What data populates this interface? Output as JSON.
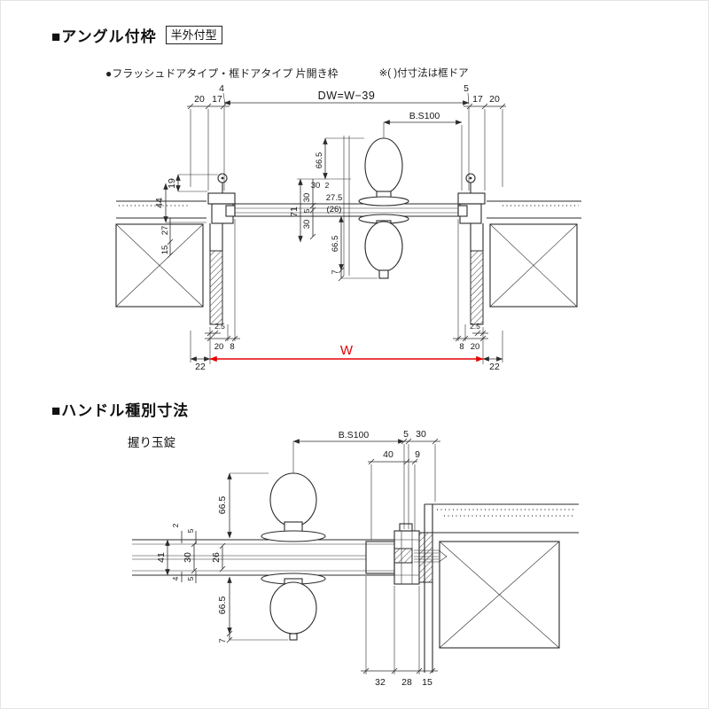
{
  "colors": {
    "line": "#2b2b2b",
    "accent_red": "#e60000"
  },
  "frame_section": {
    "title": "■アングル付枠",
    "type_badge": "半外付型",
    "subtitle": "●フラッシュドアタイプ・框ドアタイプ 片開き枠",
    "note": "※( )付寸法は框ドア"
  },
  "frame_diagram": {
    "dw_label": "DW=W−39",
    "backset_label": "B.S100",
    "w_label": "W",
    "dims": {
      "tl_4": "4",
      "tl_20": "20",
      "tl_17": "17",
      "tr_5": "5",
      "tr_17": "17",
      "tr_20": "20",
      "l_19": "19",
      "l_44": "44",
      "l_27": "27",
      "l_15": "15",
      "c_665_top": "66.5",
      "c_30t": "30",
      "c_2": "2",
      "c_275": "27.5",
      "c_26": "(26)",
      "c_71": "71",
      "c_30a": "30",
      "c_5": "5",
      "c_30b": "30",
      "c_665_bot": "66.5",
      "c_7": "7",
      "bl_25": "2.5",
      "bl_20": "20",
      "bl_8": "8",
      "bl_22": "22",
      "br_25": "2.5",
      "br_8": "8",
      "br_20": "20",
      "br_22": "22"
    }
  },
  "handle_section": {
    "title": "■ハンドル種別寸法",
    "handle_label": "握り玉錠"
  },
  "handle_diagram": {
    "backset_label": "B.S100",
    "dims": {
      "t_5": "5",
      "t_30": "30",
      "t_40": "40",
      "t_9": "9",
      "l_665_top": "66.5",
      "l_2": "2",
      "l_5a": "5",
      "l_41": "41",
      "l_30": "30",
      "l_26": "26",
      "l_4": "4",
      "l_5b": "5",
      "l_665_bot": "66.5",
      "l_7": "7",
      "b_32": "32",
      "b_28": "28",
      "b_15": "15"
    }
  }
}
